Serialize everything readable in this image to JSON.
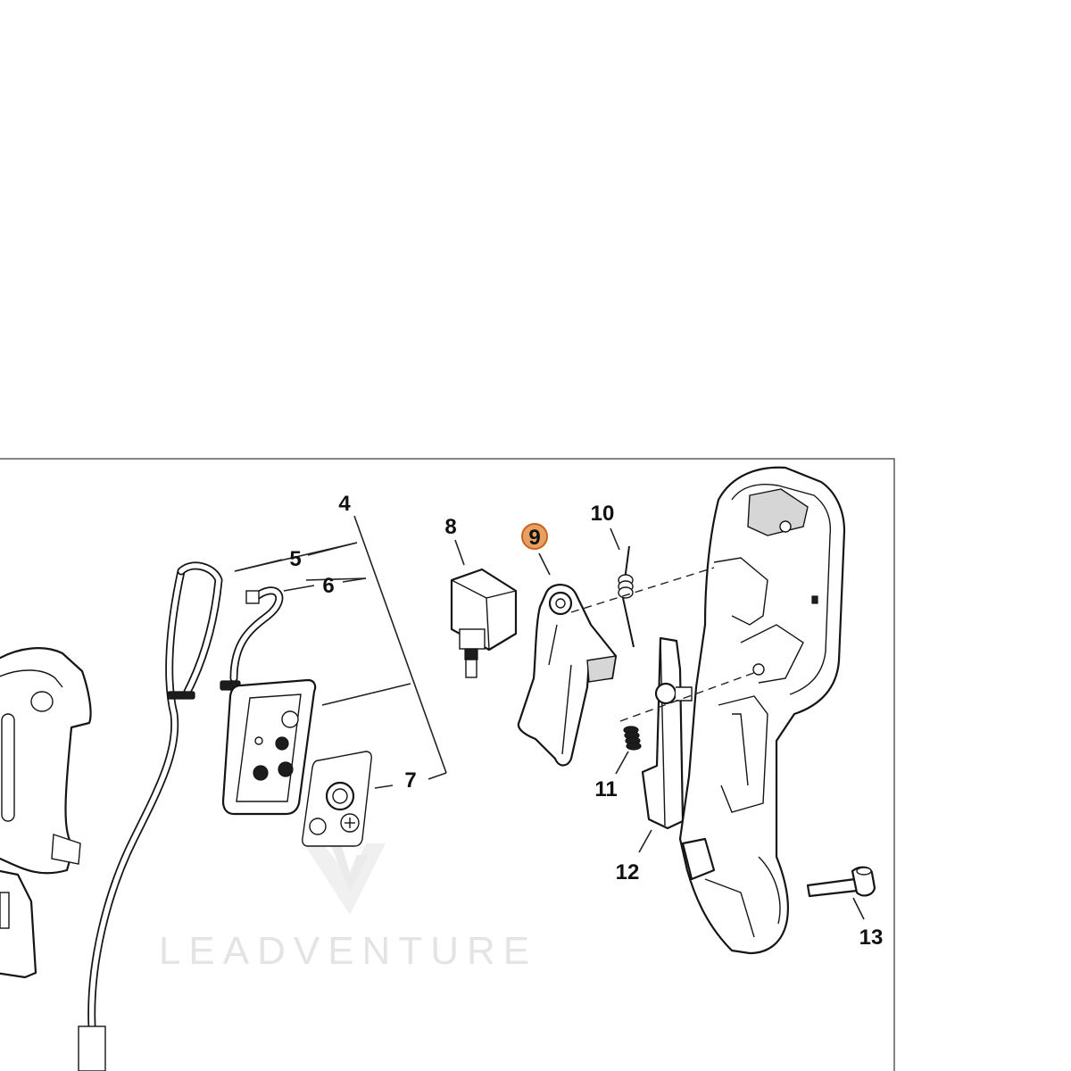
{
  "diagram": {
    "part_labels": {
      "p4": "4",
      "p5": "5",
      "p6": "6",
      "p7": "7",
      "p8": "8",
      "p9": "9",
      "p10": "10",
      "p11": "11",
      "p12": "12",
      "p13": "13"
    },
    "selected_part": "9",
    "highlight_color": "#e8a060",
    "highlight_stroke": "#c8621e"
  },
  "watermark": {
    "text": "LEADVENTURE"
  }
}
